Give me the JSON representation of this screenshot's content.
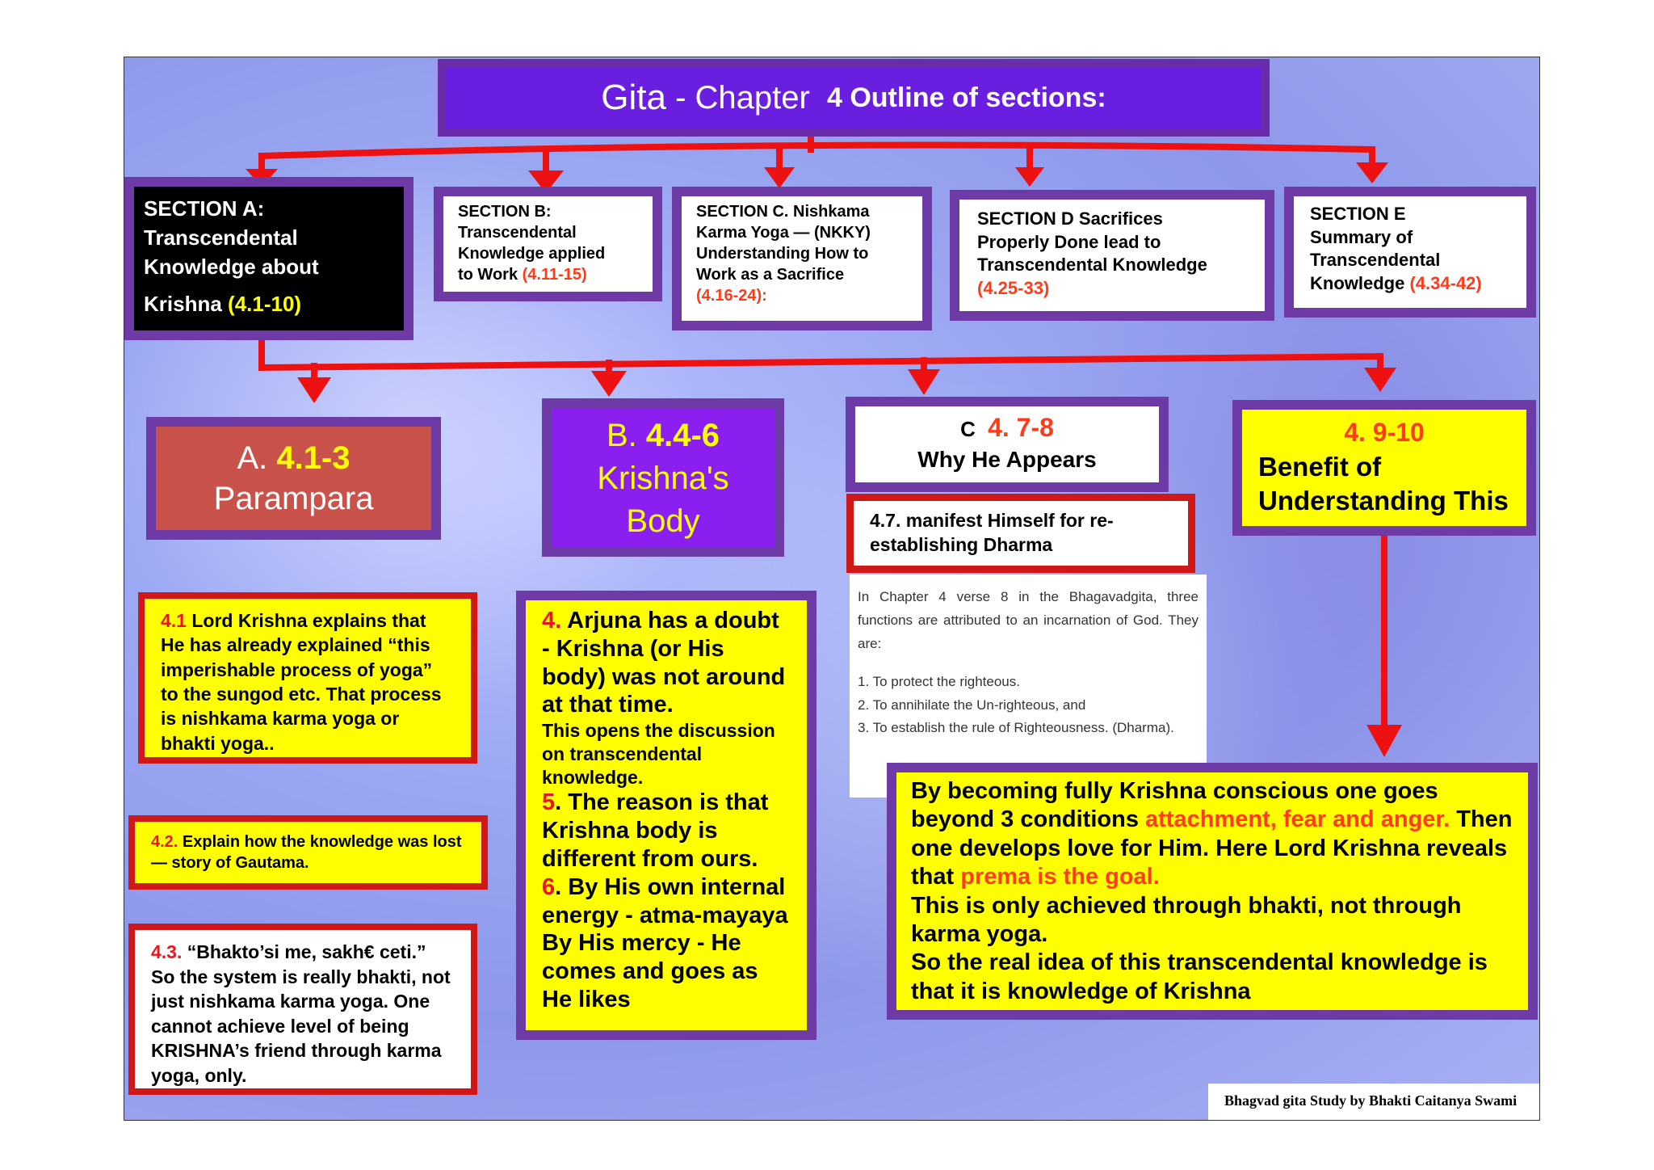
{
  "title": {
    "part1": "Gita",
    "sep": " - ",
    "part2": "Chapter ",
    "part3": "4 Outline of sections:"
  },
  "sections": {
    "a": {
      "line1": "SECTION A:",
      "line2": "Transcendental",
      "line3": "Knowledge about",
      "line4": "Krishna ",
      "ref": "(4.1-10)"
    },
    "b": {
      "line1": "SECTION B:",
      "line2": "Transcendental",
      "line3": "Knowledge applied",
      "line4": "to Work ",
      "ref": "(4.11-15)"
    },
    "c": {
      "line1": "SECTION C. Nishkama",
      "line2": "Karma Yoga — (NKKY)",
      "line3": "Understanding How to",
      "line4": "Work as a Sacrifice",
      "ref": "(4.16-24):"
    },
    "d": {
      "line1": "SECTION D  Sacrifices",
      "line2": "Properly Done lead to",
      "line3": "Transcendental Knowledge",
      "ref": "(4.25-33)"
    },
    "e": {
      "line1": "SECTION E",
      "line2": "Summary of",
      "line3": "Transcendental",
      "line4": "Knowledge ",
      "ref": "(4.34-42)"
    }
  },
  "subs": {
    "a": {
      "prefix": "A. ",
      "ref": "4.1-3",
      "label": "Parampara"
    },
    "b": {
      "prefix": "B. ",
      "ref": "4.4-6",
      "label1": "Krishna's",
      "label2": "Body"
    },
    "c": {
      "prefix": "C ",
      "ref": "4. 7-8",
      "label": "Why He Appears"
    },
    "d": {
      "ref": "4. 9-10",
      "label1": "Benefit of",
      "label2": "Understanding This"
    }
  },
  "notes": {
    "n41": {
      "num": "4.1",
      "text": " Lord Krishna explains that He has already explained “this imperishable process of yoga” to the sungod etc. That process is nishkama karma yoga or bhakti yoga.."
    },
    "n42": {
      "num": "4.2.",
      "text": " Explain how the knowledge was lost — story of   Gautama."
    },
    "n43": {
      "num": "4.3.",
      "text": " “Bhakto’si me, sakh€ ceti.” So the system is really bhakti, not just nishkama karma yoga. One cannot achieve level of being KRISHNA’s friend through karma yoga, only."
    },
    "n4": {
      "num": "4.",
      "text1": " Arjuna has a doubt - Krishna (or His body) was not around at that time.",
      "text2": "This opens the discussion on transcendental knowledge.",
      "num5": "5",
      "text5": ". The reason is that Krishna body is different from ours.",
      "num6": "6",
      "text6": ". By His own internal energy - atma-mayaya By His mercy - He comes and goes as He likes"
    },
    "n47": {
      "text": "4.7. manifest Himself for re-establishing Dharma"
    },
    "n48": {
      "intro": "In Chapter 4 verse 8 in the Bhagavadgita, three functions are attributed to an incarnation of God. They are:",
      "items": [
        "1. To protect the righteous.",
        "2. To annihilate the Un-righteous, and",
        "3. To establish the rule of Righteousness. (Dharma)."
      ]
    },
    "benefit": {
      "t1": "By becoming fully Krishna conscious one goes beyond  3 conditions ",
      "r1": "attachment, fear and anger.",
      "t2": " Then one develops love for Him. Here Lord Krishna reveals that ",
      "r2": "prema is the goal.",
      "t3": "This is only achieved through bhakti, not through karma yoga.",
      "t4": "So the real idea of this transcendental knowledge is that it is knowledge of Krishna"
    }
  },
  "credit": "Bhagvad gita Study by Bhakti Caitanya Swami",
  "colors": {
    "connector": "#ee1111",
    "frame": "#6e3aa6",
    "note_fill": "#ffff00",
    "note_border": "#d01818",
    "accent_red": "#ff3b1a"
  }
}
